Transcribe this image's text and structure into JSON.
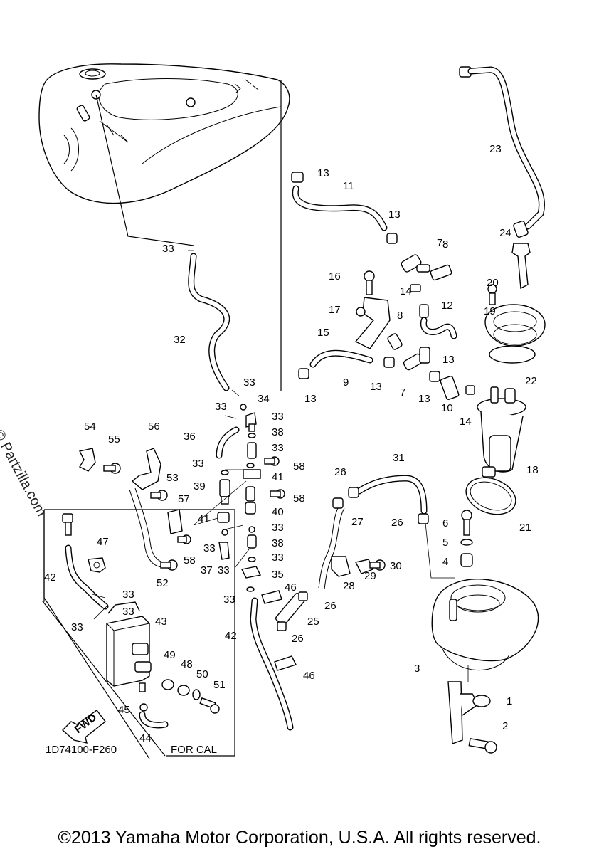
{
  "diagram_code": "1D74100-F260",
  "for_cal_label": "FOR CAL",
  "fwd_label": "FWD",
  "watermark": "© Partzilla.com",
  "copyright": "©2013 Yamaha Motor Corporation, U.S.A. All rights reserved.",
  "callouts": {
    "c1": "1",
    "c2": "2",
    "c3": "3",
    "c4": "4",
    "c5": "5",
    "c6": "6",
    "c7a": "7",
    "c7b": "7",
    "c8a": "8",
    "c8b": "8",
    "c9": "9",
    "c10": "10",
    "c11": "11",
    "c12": "12",
    "c13a": "13",
    "c13b": "13",
    "c13c": "13",
    "c13d": "13",
    "c13e": "13",
    "c13f": "13",
    "c14a": "14",
    "c14b": "14",
    "c15": "15",
    "c16": "16",
    "c17": "17",
    "c18": "18",
    "c19": "19",
    "c20": "20",
    "c21": "21",
    "c22": "22",
    "c23": "23",
    "c24": "24",
    "c25": "25",
    "c26a": "26",
    "c26b": "26",
    "c26c": "26",
    "c26d": "26",
    "c27": "27",
    "c28": "28",
    "c29": "29",
    "c30": "30",
    "c31": "31",
    "c32": "32",
    "c33a": "33",
    "c33b": "33",
    "c33c": "33",
    "c33d": "33",
    "c33e": "33",
    "c33f": "33",
    "c33g": "33",
    "c33h": "33",
    "c33i": "33",
    "c33j": "33",
    "c33k": "33",
    "c33l": "33",
    "c33m": "33",
    "c33n": "33",
    "c34": "34",
    "c35": "35",
    "c36": "36",
    "c37": "37",
    "c38a": "38",
    "c38b": "38",
    "c39": "39",
    "c40": "40",
    "c41a": "41",
    "c41b": "41",
    "c42a": "42",
    "c42b": "42",
    "c43": "43",
    "c44": "44",
    "c45": "45",
    "c46a": "46",
    "c46b": "46",
    "c47": "47",
    "c48": "48",
    "c49": "49",
    "c50": "50",
    "c51": "51",
    "c52": "52",
    "c53": "53",
    "c54": "54",
    "c55": "55",
    "c56": "56",
    "c57": "57",
    "c58a": "58",
    "c58b": "58",
    "c58c": "58"
  }
}
